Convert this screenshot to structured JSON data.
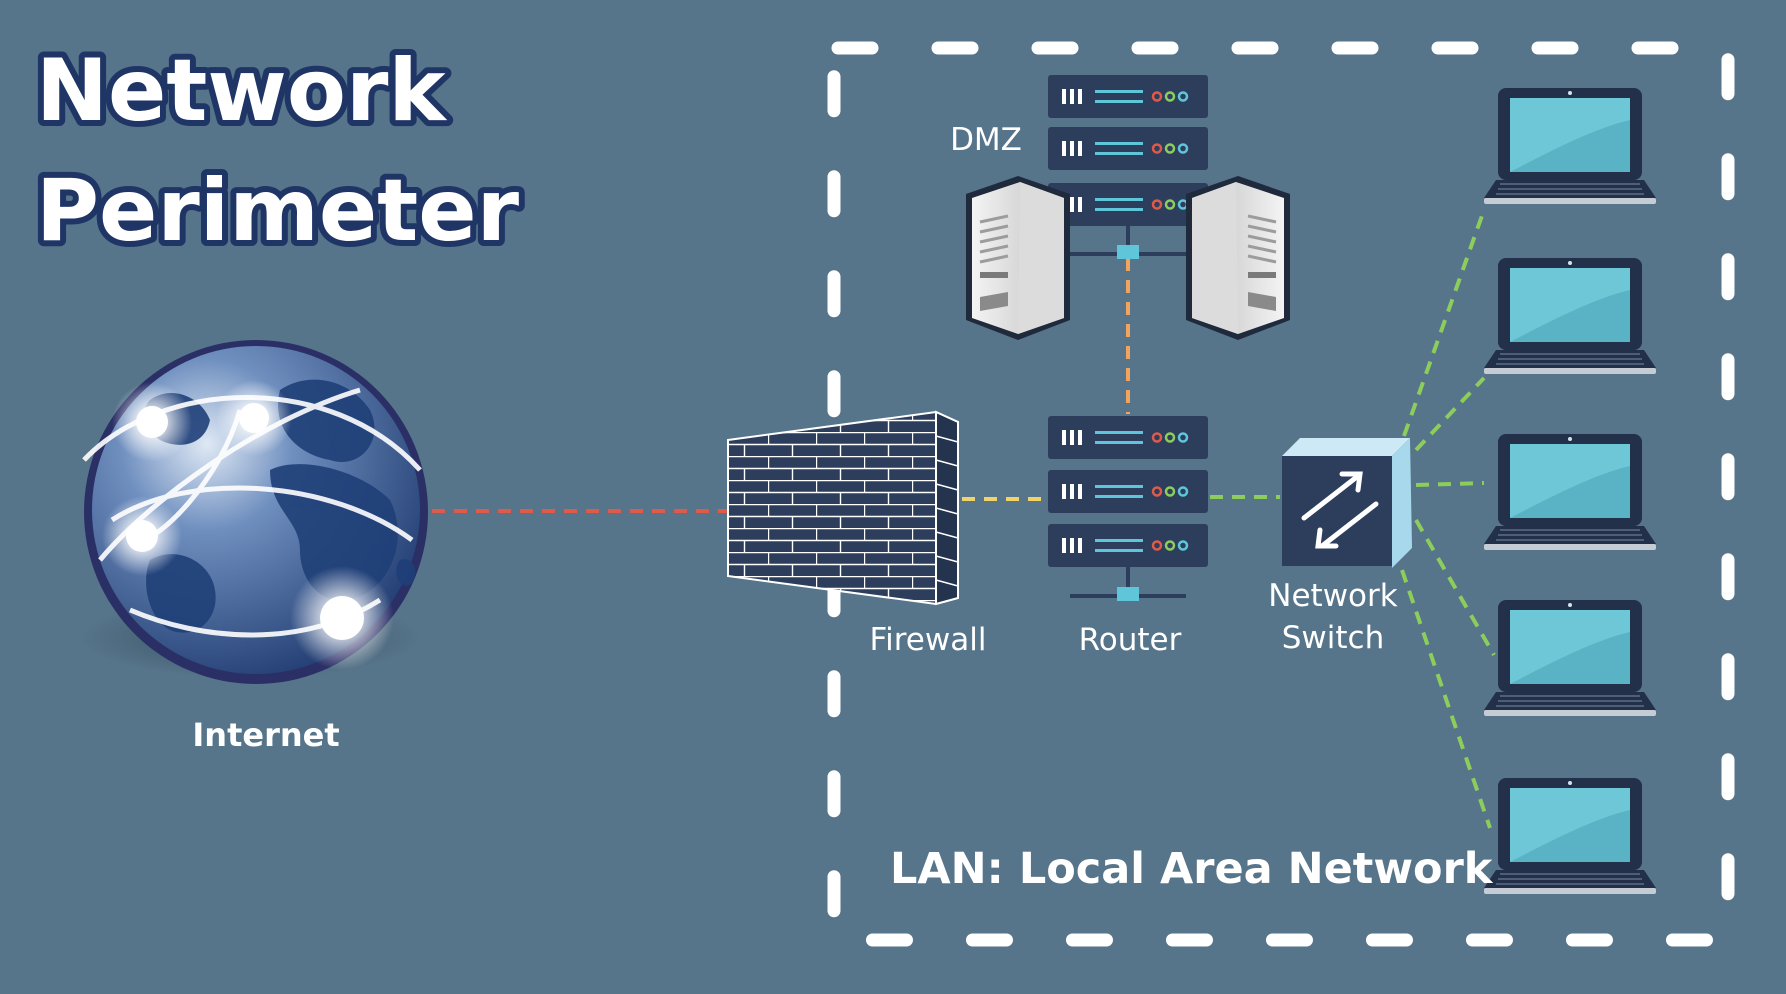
{
  "title": {
    "line1": "Network",
    "line2": "Perimeter"
  },
  "labels": {
    "internet": "Internet",
    "dmz": "DMZ",
    "firewall": "Firewall",
    "router": "Router",
    "switch_line1": "Network",
    "switch_line2": "Switch",
    "lan": "LAN: Local Area Network"
  },
  "colors": {
    "background": "#56748a",
    "rack": "#2d3e5c",
    "rack_line": "#5fc6da",
    "internet_link": "#e05a4a",
    "firewall_link": "#f3d26a",
    "dmz_link": "#f0a460",
    "lan_link": "#8ccd5c",
    "laptop_screen": "#6ec7d6",
    "switch_face": "#2d3e5c",
    "switch_side": "#a8d8ec",
    "lan_border": "#ffffff"
  },
  "icons": [
    "globe-icon",
    "firewall-icon",
    "router-icon",
    "server-rack-icon",
    "server-tower-icon",
    "network-switch-icon",
    "laptop-icon"
  ]
}
